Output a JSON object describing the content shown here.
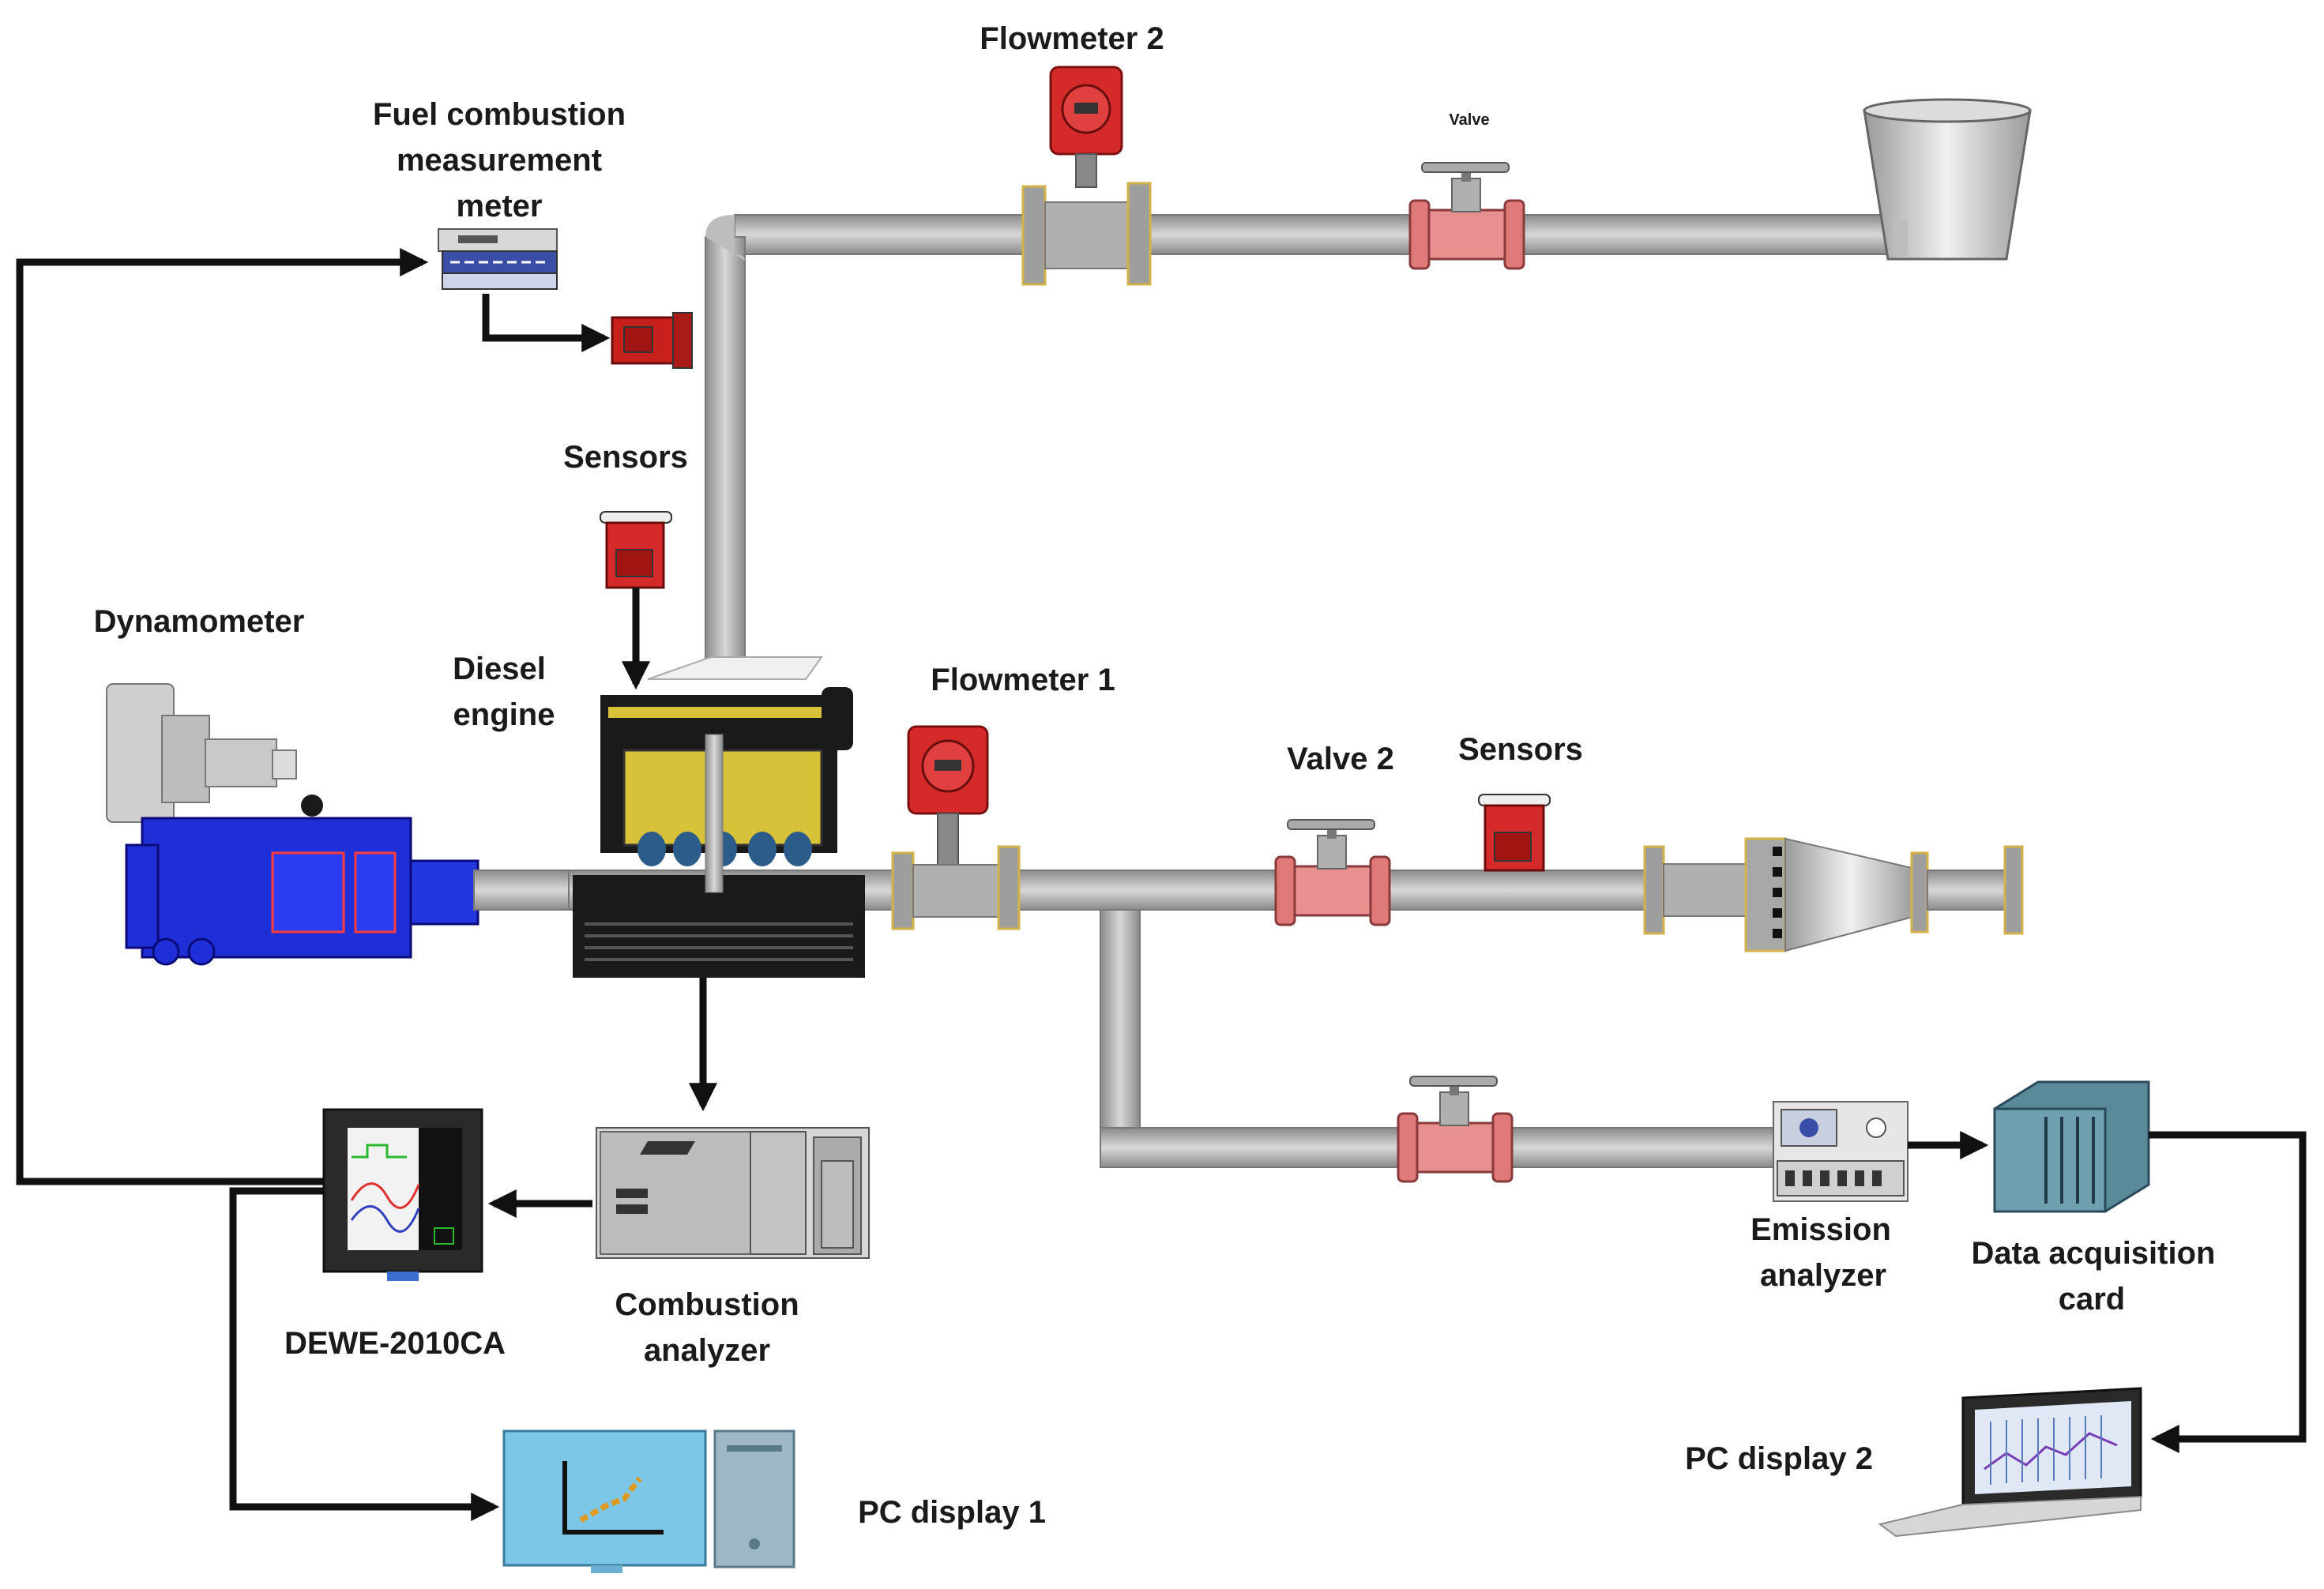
{
  "labels": {
    "fuel_meter": [
      "Fuel combustion",
      "measurement",
      "meter"
    ],
    "flowmeter2": "Flowmeter 2",
    "valve_top": "Valve",
    "sensors_top": "Sensors",
    "dynamometer": "Dynamometer",
    "diesel_engine": [
      "Diesel",
      "engine"
    ],
    "flowmeter1": "Flowmeter 1",
    "valve2": "Valve 2",
    "sensors_right": "Sensors",
    "emission_analyzer": [
      "Emission",
      "analyzer"
    ],
    "data_acquisition": [
      "Data acquisition",
      "card"
    ],
    "combustion_analyzer": [
      "Combustion",
      "analyzer"
    ],
    "dewe": "DEWE-2010CA",
    "pc_display1": "PC display 1",
    "pc_display2": "PC display 2"
  },
  "colors": {
    "pipe": "#b3b3b3",
    "pipe_edge": "#7a7a7a",
    "flowmeter": "#d42a2a",
    "valve_body": "#e07a7a",
    "dynamometer": "#1f2fd8",
    "engine_block": "#1a1a1a",
    "engine_cylinder": "#d8c23a",
    "arrow": "#111111",
    "screen": "#7cc7e8"
  }
}
